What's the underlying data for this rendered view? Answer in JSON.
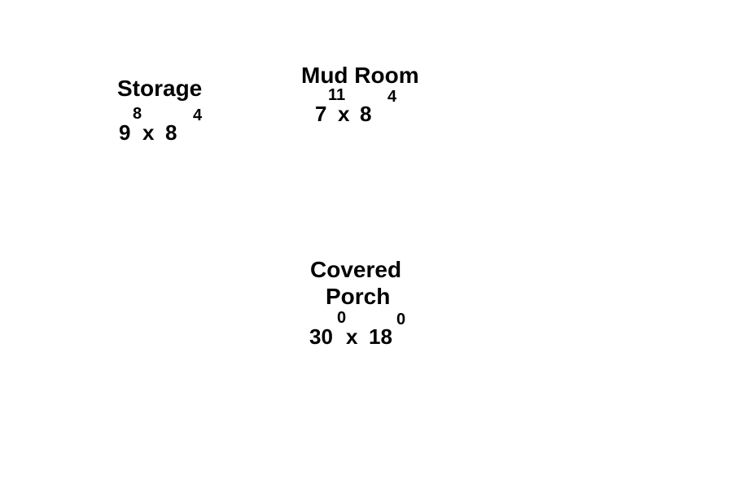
{
  "rooms": [
    {
      "name_lines": [
        "Storage"
      ],
      "width": {
        "feet": "9",
        "inches": "8"
      },
      "depth": {
        "feet": "8",
        "inches": "4"
      },
      "separator": "x"
    },
    {
      "name_lines": [
        "Mud Room"
      ],
      "width": {
        "feet": "7",
        "inches": "11"
      },
      "depth": {
        "feet": "8",
        "inches": "4"
      },
      "separator": "x"
    },
    {
      "name_lines": [
        "Covered",
        "Porch"
      ],
      "width": {
        "feet": "30",
        "inches": "0"
      },
      "depth": {
        "feet": "18",
        "inches": "0"
      },
      "separator": "x"
    }
  ]
}
